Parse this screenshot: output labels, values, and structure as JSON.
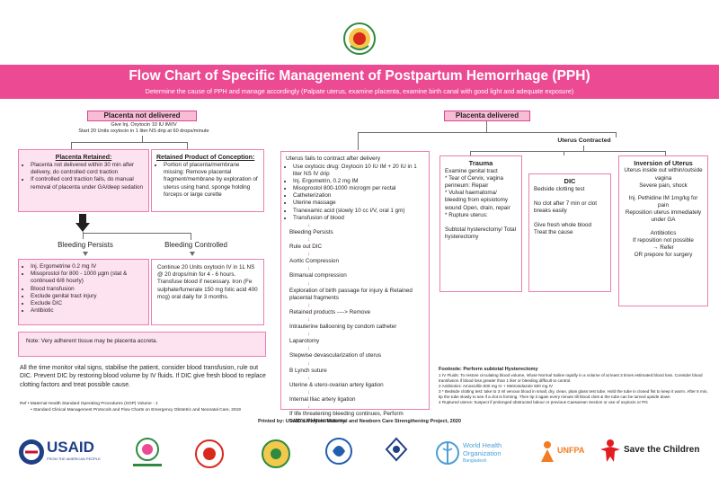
{
  "header": {
    "title": "Flow Chart of Specific Management of Postpartum Hemorrhage (PPH)",
    "subtitle": "Determine the cause of PPH and manage accordingly (Palpate uterus, examine placenta, examine birth canal with good light and adequate exposure)"
  },
  "left": {
    "not_delivered": "Placenta not delivered",
    "give1": "Give Inj. Oxytocin 10 IU IM/IV",
    "give2": "Start 20 Units oxytocin in 1 liter NS drip at 60 drops/minute",
    "retained_title": "Placenta Retained:",
    "retained_items": [
      "Placenta not delivered within 30 min after delivery, do controlled cord traction",
      "If controlled cord traction fails, do manual removal of placenta under GA/deep sedation"
    ],
    "rpoc_title": "Retained Product of Conception:",
    "rpoc_items": [
      "Portion of placenta/membrane missing: Remove placental fragment/membrane by exploration of uterus using hand, sponge holding forceps or large curette"
    ],
    "bleeding_persists": "Bleeding Persists",
    "bleeding_controlled": "Bleeding Controlled",
    "persists_items": [
      "Inj. Ergometrine 0.2 mg IV",
      "Misoprostol for 800 - 1000 µgm (stat & continued 6/8 hourly)",
      "Blood transfusion",
      "Exclude genital tract injury",
      "Exclude DIC",
      "Antibiotic"
    ],
    "controlled_text": "Continue 20 Units oxytocin IV in 1L NS @ 20 drops/min for 4 - 6 hours. Transfuse blood if necessary. Iron (Fe sulphate/fumerate 150 mg folic acid 400 mcg) oral daily for 3 months.",
    "note": "Note: Very adherent tissue may be placenta accreta.",
    "monitor": "All the time monitor vital signs, stabilise the patient, consider blood transfusion, rule out DIC. Prevent DIC by restoring blood volume by IV fluids. If DIC give fresh blood to replace clotting factors and treat possible cause.",
    "ref1": "Ref • Maternal Health Standard Operating Procedures (SOP) Volume - 1",
    "ref2": "• Standard Clinical Management Protocols and Flow Charts on Emergency Obstetric and Neonatal Care, 2019"
  },
  "middle": {
    "fails": "Uterus fails to contract after delivery",
    "fails_items": [
      "Use oxytocic drug: Oxytocin 10 IU IM + 20 IU in 1 liter NS IV drip",
      "Inj. Ergometrin, 0.2 mg IM",
      "Misoprostol 800-1000 microgm per rectal",
      "Catheterization",
      "Uterine massage",
      "Tranexamic acid (slowly 10 cc I/V, oral 1 gm)",
      "Transfusion of blood"
    ],
    "steps": [
      "Bleeding Persists",
      "Rule out DIC",
      "Aortic Compression",
      "Bimanual compression",
      "Exploration of birth passage for injury & Retained placental fragments",
      "Retained products ----> Remove",
      "Intrauterine ballooning by condom catheter",
      "Laparotomy",
      "Stepwise devascularization of uterus",
      "B Lynch suture",
      "Uterine & utero-ovarian artery ligation",
      "Internal Iliac artery ligation",
      "If life threatening bleeding continues, Perform subtotal Hysterectomy"
    ]
  },
  "right": {
    "delivered": "Placenta delivered",
    "contracted": "Uterus Contracted",
    "trauma_title": "Trauma",
    "trauma_lines": [
      "Examine genital tract",
      "* Tear of Cervix, vagina perineum: Repair",
      "* Vulval haematoma/ bleeding from episiotomy wound Open, drain, repair",
      "* Rupture uterus:",
      "",
      "Subtotal hysterectomy/ Total hysterectomy"
    ],
    "dic_title": "DIC",
    "dic_lines": [
      "Bedside clotting test",
      "",
      "No clot after 7 min or clot breaks easily",
      "",
      "Give fresh whole blood Treat the cause"
    ],
    "inversion_title": "Inversion of Uterus",
    "inversion_lines": [
      "Uterus inside out within/outside vagina",
      "Severe pain, shock",
      "",
      "Inj. Pethidine IM 1mg/kg for pain",
      "Reposition uterus immediately under GA",
      "",
      "Antibiotics",
      "If reposition not possible",
      "→ Refer",
      "OR prepore for surgery"
    ],
    "footnote_title": "Footnote: Perform subtotal Hysterectomy",
    "footnotes": [
      "1 IV Fluids: To restore circulating blood volume, infuse Normal Saline rapidly in a volume of at least 3 times estimated blood loss. Consider blood transfusion if blood loss greater than 1 liter or bleeding difficult to control.",
      "2 Antibiotics: Amoxicillin 500 mg IV + Metronidazole 500 mg IV",
      "3 * Bedside clotting test: take to 3 ml venous blood in small, dry, clean, plain glass test tube. Hold the tube in closed fist to keep it warm. After 5 min, tip the tube slowly to see if a clot is forming. Then tip it again every minute till blood clots & the tube can be turned upside down",
      "4 Ruptured uterus: Suspect if prolonged obstructed labour or previous Caesarean Section or use of oxytocin or PG"
    ]
  },
  "printed_by": "Printed by: USAID's MaMoni Maternal and Newborn Care Strengthening Project, 2020",
  "logos": {
    "usaid": "USAID",
    "usaid_tag": "FROM THE AMERICAN PEOPLE",
    "who1": "World Health",
    "who2": "Organization",
    "who3": "Bangladesh",
    "unfpa": "UNFPA",
    "stc": "Save the Children"
  },
  "colors": {
    "banner": "#ec4a93",
    "box_fill": "#fde3ef",
    "box_border": "#e97fb0",
    "accent": "#d9468a"
  }
}
